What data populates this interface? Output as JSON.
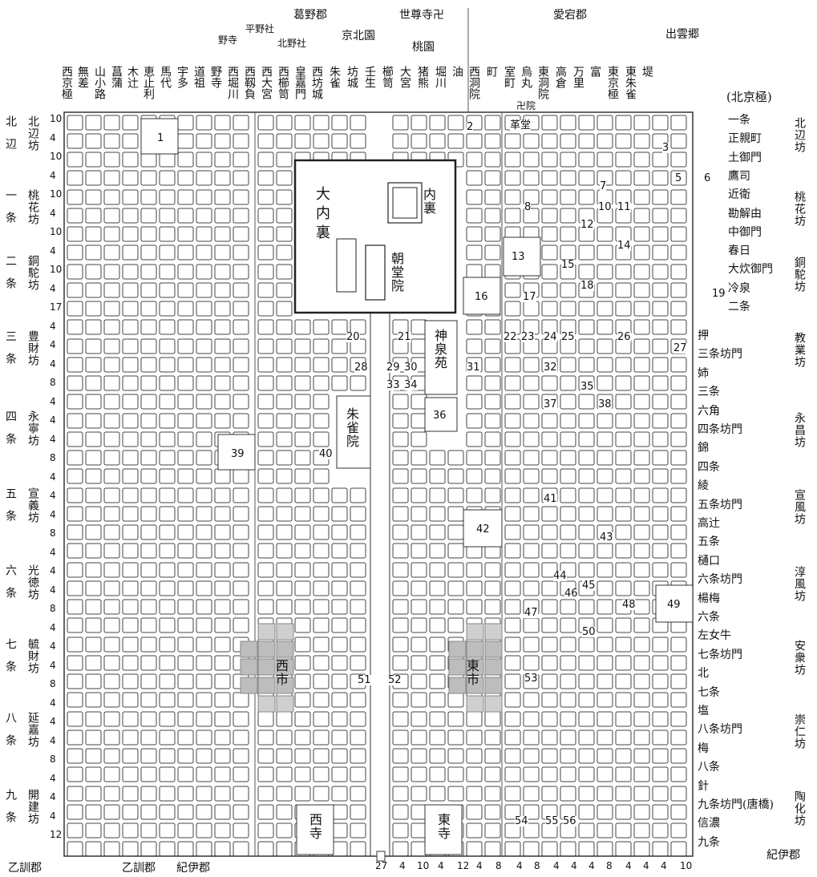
{
  "top_districts": {
    "kadono": "葛野郡",
    "atago": "愛宕郡",
    "izumo": "出雲郷",
    "kyoboku": "京北園",
    "sesonji": "世尊寺卍",
    "toen": "桃園",
    "hirano": "平野社",
    "kitano": "北野社",
    "nonodera": "野寺"
  },
  "north_kyogoku": "(北京極)",
  "streets_ns": [
    "西京極",
    "無差",
    "山小路",
    "菖蒲",
    "木辻",
    "恵止利",
    "馬代",
    "宇多",
    "道祖",
    "野寺",
    "西堀川",
    "西靱負",
    "西大宮",
    "西櫛笥",
    "皇嘉門",
    "西坊城",
    "朱雀",
    "坊城",
    "壬生",
    "櫛笥",
    "大宮",
    "猪熊",
    "堀川",
    "油",
    "西洞院",
    "町",
    "室町",
    "烏丸",
    "東洞院",
    "高倉",
    "万里",
    "富",
    "東京極",
    "東朱雀",
    "堤"
  ],
  "wards_left": [
    {
      "jo": "北辺",
      "bo": "北辺坊"
    },
    {
      "jo": "一条",
      "bo": "桃花坊"
    },
    {
      "jo": "二条",
      "bo": "銅駝坊"
    },
    {
      "jo": "三条",
      "bo": "豊財坊"
    },
    {
      "jo": "四条",
      "bo": "永寧坊"
    },
    {
      "jo": "五条",
      "bo": "宣義坊"
    },
    {
      "jo": "六条",
      "bo": "光徳坊"
    },
    {
      "jo": "七条",
      "bo": "毓財坊"
    },
    {
      "jo": "八条",
      "bo": "延嘉坊"
    },
    {
      "jo": "九条",
      "bo": "開建坊"
    }
  ],
  "wards_right": [
    "北辺坊",
    "桃花坊",
    "銅駝坊",
    "教業坊",
    "永昌坊",
    "宣風坊",
    "淳風坊",
    "安衆坊",
    "崇仁坊",
    "陶化坊"
  ],
  "streets_ew": [
    "一条",
    "正親町",
    "土御門",
    "鷹司",
    "近衛",
    "勘解由",
    "中御門",
    "春日",
    "大炊御門",
    "冷泉",
    "二条",
    "押",
    "三条坊門",
    "姉",
    "三条",
    "六角",
    "四条坊門",
    "錦",
    "四条",
    "綾",
    "五条坊門",
    "高辻",
    "五条",
    "樋口",
    "六条坊門",
    "楊梅",
    "六条",
    "左女牛",
    "七条坊門",
    "北",
    "七条",
    "塩",
    "八条坊門",
    "梅",
    "八条",
    "針",
    "九条坊門(唐橋)",
    "信濃",
    "九条"
  ],
  "row_widths": [
    "10",
    "4",
    "10",
    "4",
    "10",
    "4",
    "10",
    "4",
    "10",
    "4",
    "17",
    "4",
    "4",
    "4",
    "8",
    "4",
    "4",
    "4",
    "8",
    "4",
    "4",
    "4",
    "8",
    "4",
    "4",
    "4",
    "8",
    "4",
    "4",
    "4",
    "8",
    "4",
    "4",
    "4",
    "8",
    "4",
    "4",
    "4",
    "12"
  ],
  "bottom_widths": [
    "27",
    "4",
    "10",
    "4",
    "12",
    "4",
    "8",
    "4",
    "8",
    "4",
    "4",
    "4",
    "8",
    "4",
    "4",
    "4",
    "10"
  ],
  "landmarks": {
    "daidairi": "大内裏",
    "dairi": "内裏",
    "chodoin": "朝堂院",
    "shinsenen": "神泉苑",
    "suzakuin": "朱雀院",
    "nishiichi": "西市",
    "higashiichi": "東市",
    "saiji": "西寺",
    "toji": "東寺",
    "kodo": "革堂",
    "nishinotoin": "卍院"
  },
  "bottom_districts": {
    "otokuni_left": "乙訓郡",
    "otokuni": "乙訓郡",
    "kii": "紀伊郡",
    "kii_right": "紀伊郡"
  },
  "site_numbers": [
    "1",
    "2",
    "3",
    "5",
    "6",
    "7",
    "8",
    "10",
    "11",
    "12",
    "13",
    "14",
    "15",
    "16",
    "17",
    "18",
    "19",
    "20",
    "21",
    "22",
    "23",
    "24",
    "25",
    "26",
    "27",
    "28",
    "29",
    "30",
    "31",
    "32",
    "33",
    "34",
    "35",
    "36",
    "37",
    "38",
    "39",
    "40",
    "41",
    "42",
    "43",
    "44",
    "45",
    "46",
    "47",
    "48",
    "49",
    "50",
    "51",
    "52",
    "53",
    "54",
    "55",
    "56"
  ]
}
